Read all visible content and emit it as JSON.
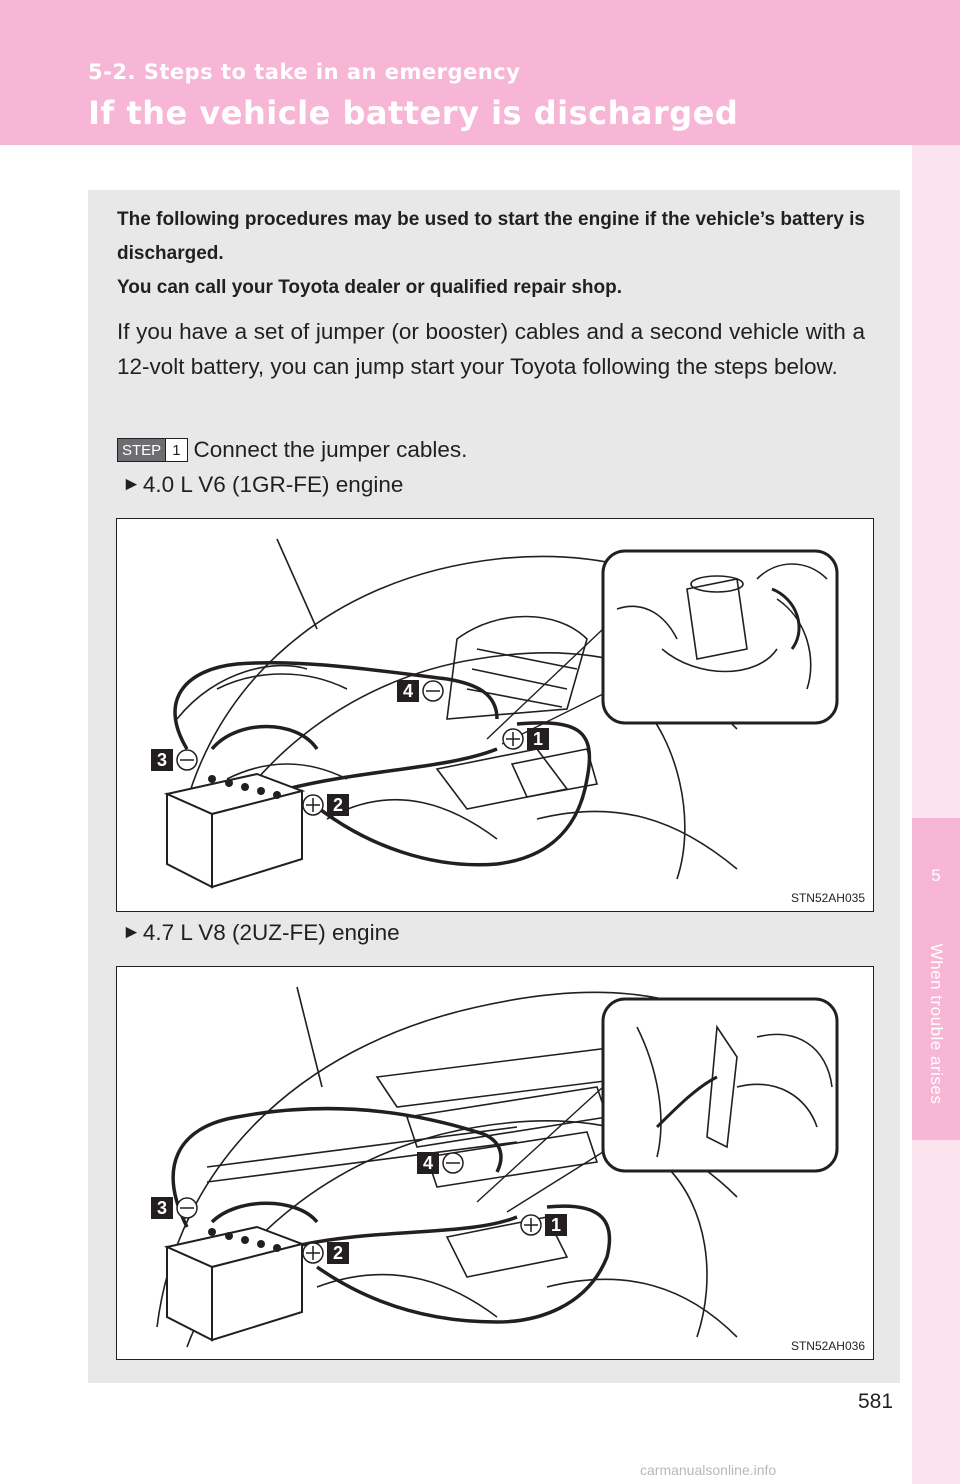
{
  "header": {
    "section": "5-2. Steps to take in an emergency",
    "title": "If the vehicle battery is discharged"
  },
  "side_tab": {
    "chapter_number": "5",
    "chapter_label": "When trouble arises"
  },
  "intro": {
    "line1": "The following procedures may be used to start the engine if the vehicle’s battery is discharged.",
    "line2": "You can call your Toyota dealer or qualified repair shop."
  },
  "body": "If you have a set of jumper (or booster) cables and a second vehicle with a 12-volt battery, you can jump start your Toyota following the steps below.",
  "step1": {
    "badge_word": "STEP",
    "badge_num": "1",
    "text": "Connect the jumper cables."
  },
  "engines": [
    {
      "arrow": "►",
      "label": "4.0 L V6 (1GR-FE) engine",
      "figure_code": "STN52AH035"
    },
    {
      "arrow": "►",
      "label": "4.7 L V8 (2UZ-FE) engine",
      "figure_code": "STN52AH036"
    }
  ],
  "callouts": [
    "1",
    "2",
    "3",
    "4"
  ],
  "page_number": "581",
  "watermark": "carmanualsonline.info"
}
